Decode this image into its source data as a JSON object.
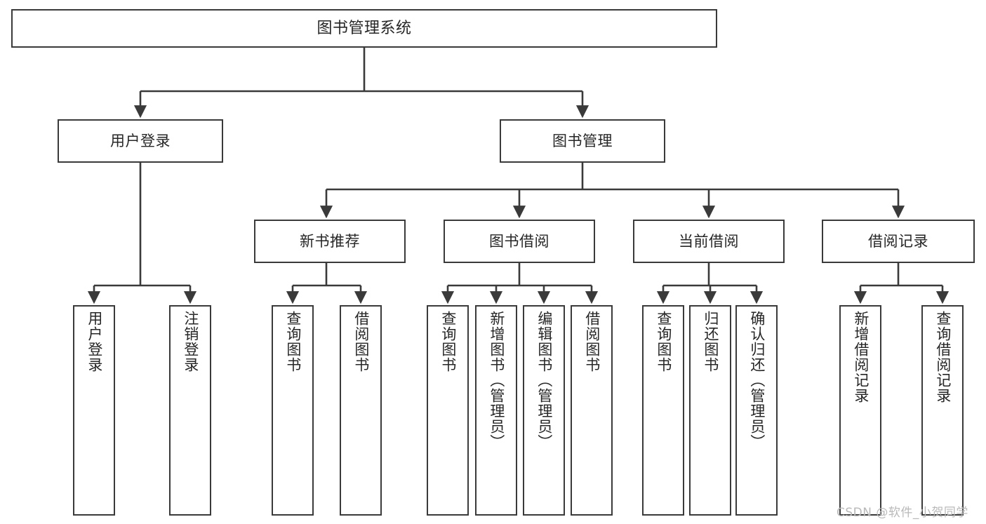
{
  "diagram": {
    "type": "tree-hierarchy",
    "title": "图书管理系统",
    "root": {
      "label": "图书管理系统"
    },
    "level2": [
      {
        "id": "user-login",
        "label": "用户登录"
      },
      {
        "id": "book-management",
        "label": "图书管理"
      }
    ],
    "level3": [
      {
        "id": "new-book-recommend",
        "label": "新书推荐"
      },
      {
        "id": "book-borrow",
        "label": "图书借阅"
      },
      {
        "id": "current-borrow",
        "label": "当前借阅"
      },
      {
        "id": "borrow-record",
        "label": "借阅记录"
      }
    ],
    "leaves": [
      {
        "id": "leaf-user-login",
        "label": "用户登录",
        "parent": "user-login"
      },
      {
        "id": "leaf-user-logout",
        "label": "注销登录",
        "parent": "user-login"
      },
      {
        "id": "leaf-query-book-1",
        "label": "查询图书",
        "parent": "new-book-recommend"
      },
      {
        "id": "leaf-borrow-book-1",
        "label": "借阅图书",
        "parent": "new-book-recommend"
      },
      {
        "id": "leaf-query-book-2",
        "label": "查询图书",
        "parent": "book-borrow"
      },
      {
        "id": "leaf-add-book",
        "label": "新增图书（管理员）",
        "parent": "book-borrow"
      },
      {
        "id": "leaf-edit-book",
        "label": "编辑图书（管理员）",
        "parent": "book-borrow"
      },
      {
        "id": "leaf-borrow-book-2",
        "label": "借阅图书",
        "parent": "book-borrow"
      },
      {
        "id": "leaf-query-book-3",
        "label": "查询图书",
        "parent": "current-borrow"
      },
      {
        "id": "leaf-return-book",
        "label": "归还图书",
        "parent": "current-borrow"
      },
      {
        "id": "leaf-confirm-return",
        "label": "确认归还（管理员）",
        "parent": "current-borrow"
      },
      {
        "id": "leaf-add-record",
        "label": "新增借阅记录",
        "parent": "borrow-record"
      },
      {
        "id": "leaf-query-record",
        "label": "查询借阅记录",
        "parent": "borrow-record"
      }
    ],
    "colors": {
      "box_border": "#3a3a3a",
      "box_fill": "#ffffff",
      "connector": "#3a3a3a",
      "text": "#262626",
      "watermark": "#b9b9b9"
    }
  },
  "watermark": {
    "text": "CSDN @软件_小贺同学"
  }
}
